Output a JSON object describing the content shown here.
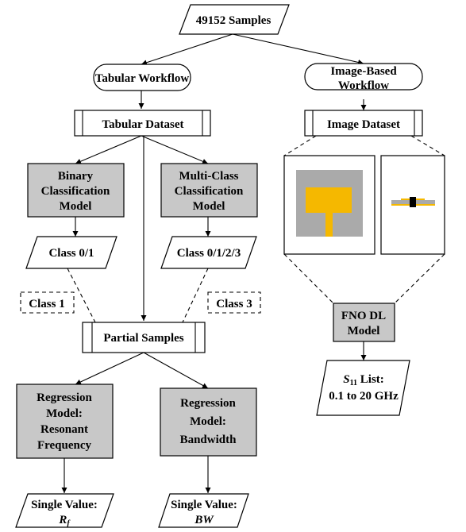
{
  "nodes": {
    "samples": "49152 Samples",
    "tabular_workflow": "Tabular Workflow",
    "image_workflow_1": "Image-Based",
    "image_workflow_2": "Workflow",
    "tabular_dataset": "Tabular Dataset",
    "image_dataset": "Image Dataset",
    "binary_1": "Binary",
    "binary_2": "Classification",
    "binary_3": "Model",
    "multi_1": "Multi-Class",
    "multi_2": "Classification",
    "multi_3": "Model",
    "class01": "Class 0/1",
    "class0123": "Class 0/1/2/3",
    "class1": "Class 1",
    "class3": "Class 3",
    "partial": "Partial Samples",
    "fno_1": "FNO DL",
    "fno_2": "Model",
    "s11_var": "S",
    "s11_sub": "11",
    "s11_rest": " List:",
    "s11_2": "0.1 to 20 GHz",
    "reg_rf_1": "Regression",
    "reg_rf_2": "Model:",
    "reg_rf_3": "Resonant",
    "reg_rf_4": "Frequency",
    "reg_bw_1": "Regression",
    "reg_bw_2": "Model:",
    "reg_bw_3": "Bandwidth",
    "out_rf_1": "Single Value:",
    "out_rf_var": "R",
    "out_rf_sub": "f",
    "out_bw_1": "Single Value:",
    "out_bw_var": "BW"
  },
  "colors": {
    "model_fill": "#c8c8c8",
    "antenna_gold": "#f5b800",
    "antenna_gray": "#aaaaaa",
    "antenna_black": "#000000"
  }
}
